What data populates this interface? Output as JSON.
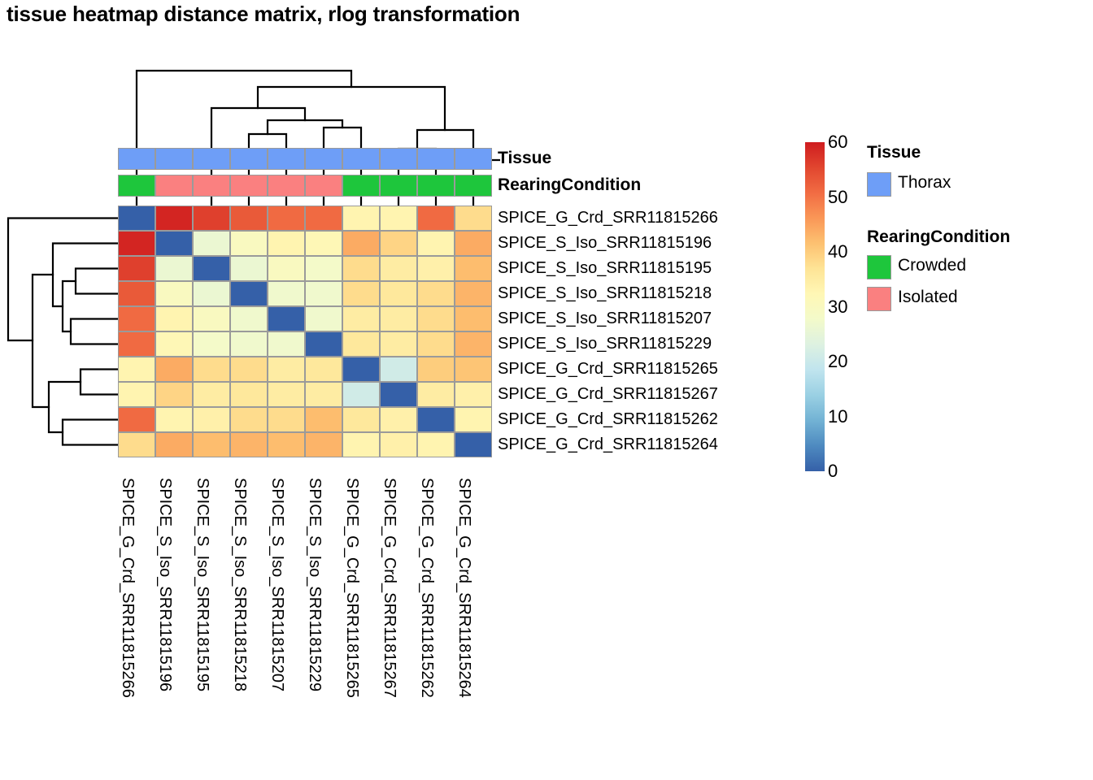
{
  "title": "tissue heatmap distance matrix, rlog transformation",
  "annotations": {
    "tissue_label": "Tissue",
    "rearing_label": "RearingCondition",
    "tissue_values": [
      "Thorax",
      "Thorax",
      "Thorax",
      "Thorax",
      "Thorax",
      "Thorax",
      "Thorax",
      "Thorax",
      "Thorax",
      "Thorax"
    ],
    "rearing_values": [
      "Crowded",
      "Isolated",
      "Isolated",
      "Isolated",
      "Isolated",
      "Isolated",
      "Crowded",
      "Crowded",
      "Crowded",
      "Crowded"
    ],
    "tissue_colors": {
      "Thorax": "#6e9ef7"
    },
    "rearing_colors": {
      "Crowded": "#1ec63c",
      "Isolated": "#fa8080"
    }
  },
  "legends": [
    {
      "title": "Tissue",
      "items": [
        {
          "label": "Thorax",
          "color": "#6e9ef7"
        }
      ]
    },
    {
      "title": "RearingCondition",
      "items": [
        {
          "label": "Crowded",
          "color": "#1ec63c"
        },
        {
          "label": "Isolated",
          "color": "#fa8080"
        }
      ]
    }
  ],
  "colorbar": {
    "ticks": [
      "60",
      "50",
      "40",
      "30",
      "20",
      "10",
      "0"
    ],
    "min": 0,
    "max": 60,
    "colormap": "RdYlBu-reversed",
    "stops": [
      "#cf1c1f",
      "#e1462f",
      "#f16c43",
      "#fa9757",
      "#fdc171",
      "#fee496",
      "#fff7b5",
      "#f3faca",
      "#ddf1e1",
      "#c0e4ee",
      "#9ad0e3",
      "#72b2d4",
      "#4e8ac0",
      "#3560a8"
    ]
  },
  "chart_data": {
    "type": "heatmap",
    "title": "tissue heatmap distance matrix, rlog transformation",
    "xlabel": "",
    "ylabel": "",
    "zlim": [
      0,
      60
    ],
    "colorbar_label": "",
    "labels": [
      "SPICE_G_Crd_SRR11815266",
      "SPICE_S_Iso_SRR11815196",
      "SPICE_S_Iso_SRR11815195",
      "SPICE_S_Iso_SRR11815218",
      "SPICE_S_Iso_SRR11815207",
      "SPICE_S_Iso_SRR11815229",
      "SPICE_G_Crd_SRR11815265",
      "SPICE_G_Crd_SRR11815267",
      "SPICE_G_Crd_SRR11815262",
      "SPICE_G_Crd_SRR11815264"
    ],
    "row_labels": [
      "SPICE_G_Crd_SRR11815266",
      "SPICE_S_Iso_SRR11815196",
      "SPICE_S_Iso_SRR11815195",
      "SPICE_S_Iso_SRR11815218",
      "SPICE_S_Iso_SRR11815207",
      "SPICE_S_Iso_SRR11815229",
      "SPICE_G_Crd_SRR11815265",
      "SPICE_G_Crd_SRR11815267",
      "SPICE_G_Crd_SRR11815262",
      "SPICE_G_Crd_SRR11815264"
    ],
    "col_labels": [
      "SPICE_G_Crd_SRR11815266",
      "SPICE_S_Iso_SRR11815196",
      "SPICE_S_Iso_SRR11815195",
      "SPICE_S_Iso_SRR11815218",
      "SPICE_S_Iso_SRR11815207",
      "SPICE_S_Iso_SRR11815229",
      "SPICE_G_Crd_SRR11815265",
      "SPICE_G_Crd_SRR11815267",
      "SPICE_G_Crd_SRR11815262",
      "SPICE_G_Crd_SRR11815264"
    ],
    "values": [
      [
        0,
        59,
        56,
        53,
        51,
        51,
        33,
        33,
        51,
        38
      ],
      [
        59,
        0,
        26,
        30,
        33,
        32,
        44,
        39,
        33,
        44
      ],
      [
        56,
        26,
        0,
        26,
        30,
        28,
        38,
        35,
        34,
        42
      ],
      [
        53,
        30,
        26,
        0,
        27,
        27,
        38,
        36,
        38,
        43
      ],
      [
        51,
        33,
        30,
        27,
        0,
        27,
        35,
        35,
        38,
        42
      ],
      [
        51,
        32,
        28,
        27,
        27,
        0,
        36,
        35,
        38,
        43
      ],
      [
        33,
        44,
        38,
        38,
        35,
        36,
        0,
        21,
        40,
        41
      ],
      [
        33,
        39,
        35,
        36,
        35,
        35,
        21,
        0,
        35,
        34
      ],
      [
        51,
        33,
        34,
        38,
        38,
        42,
        36,
        34,
        0,
        33
      ],
      [
        38,
        44,
        42,
        43,
        42,
        43,
        33,
        34,
        33,
        0
      ]
    ]
  },
  "dendrograms": {
    "column": {
      "orientation": "top",
      "n_leaves": 10
    },
    "row": {
      "orientation": "left",
      "n_leaves": 10
    }
  }
}
